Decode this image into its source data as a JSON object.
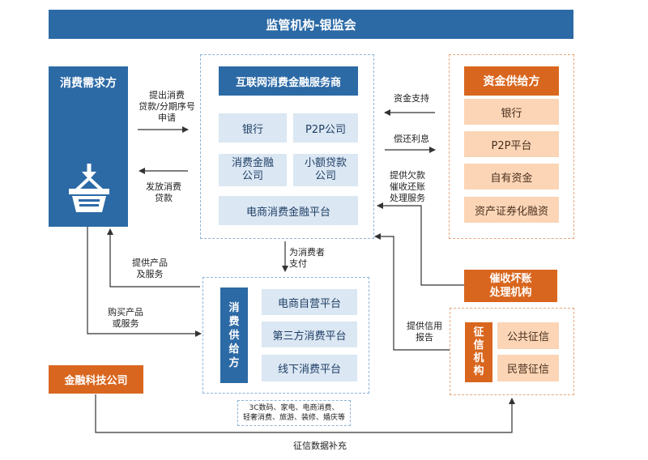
{
  "top_bar": {
    "title": "监管机构-银监会"
  },
  "demand": {
    "title": "消费需求方"
  },
  "platform": {
    "title": "互联网消费金融服务商",
    "items": [
      "银行",
      "P2P公司",
      "消费金融\n公司",
      "小额贷款\n公司"
    ],
    "wide_item": "电商消费金融平台"
  },
  "funding": {
    "title": "资金供给方",
    "items": [
      "银行",
      "P2P平台",
      "自有资金",
      "资产证券化融资"
    ]
  },
  "collection": {
    "title": "催收坏账\n处理机构"
  },
  "credit": {
    "title": "征\n信\n机\n构",
    "items": [
      "公共征信",
      "民营征信"
    ]
  },
  "supply": {
    "title": "消\n费\n供\n给\n方",
    "items": [
      "电商自营平台",
      "第三方消费平台",
      "线下消费平台"
    ]
  },
  "fintech": {
    "title": "金融科技公司"
  },
  "consumption_note": "3C数码、家电、电商消费、\n轻奢消费、旅游、装修、婚庆等",
  "labels": {
    "apply_loan": "提出消费\n贷款/分期序号\n申请",
    "issue_loan": "发放消费\n贷款",
    "fund_support": "资金支持",
    "repay": "偿还利息",
    "collection_service": "提供欠款\n催收还账\n处理服务",
    "pay_for_consumer": "为消费者\n支付",
    "provide_product": "提供产品\n及服务",
    "buy_product": "购买产品\n或服务",
    "credit_report": "提供信用\n报告",
    "credit_supplement": "征信数据补充"
  },
  "colors": {
    "blue_dark": "#2c6aa6",
    "blue_light": "#dbe7f3",
    "orange_dark": "#d9661e",
    "orange_light": "#fbd5b5"
  },
  "icons": {
    "basket": "shopping-basket-icon"
  }
}
